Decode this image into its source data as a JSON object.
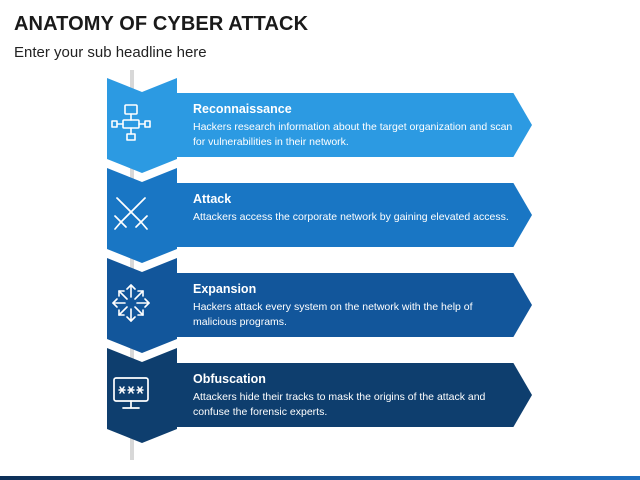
{
  "title": "ANATOMY OF CYBER ATTACK",
  "subtitle": "Enter your sub headline here",
  "colors": {
    "step1": "#2c9ae2",
    "step2": "#1976c4",
    "step3": "#12569b",
    "step4": "#0e3e6e",
    "timeline": "#d8d8d8"
  },
  "steps": [
    {
      "title": "Reconnaissance",
      "desc": "Hackers research information about the target organization and scan for vulnerabilities in their network.",
      "icon": "network-scan-icon"
    },
    {
      "title": "Attack",
      "desc": "Attackers access the corporate network by gaining elevated access.",
      "icon": "crossed-swords-icon"
    },
    {
      "title": "Expansion",
      "desc": "Hackers attack every system on the network with the help of malicious programs.",
      "icon": "expand-arrows-icon"
    },
    {
      "title": "Obfuscation",
      "desc": "Attackers hide their tracks to mask the origins of the attack and confuse the forensic experts.",
      "icon": "hidden-password-monitor-icon"
    }
  ]
}
